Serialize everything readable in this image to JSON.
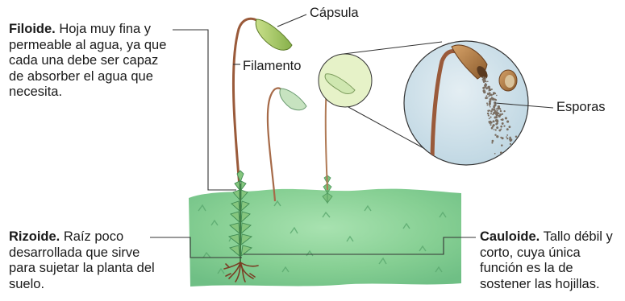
{
  "labels": {
    "filoide": {
      "term": "Filoide.",
      "text": "Hoja muy fina y permeable al agua, ya que cada una debe ser capaz de absorber el agua que necesita."
    },
    "rizoide": {
      "term": "Rizoide.",
      "text": "Raíz poco desarrollada que sirve para sujetar la planta del suelo."
    },
    "cauloide": {
      "term": "Cauloide.",
      "text": "Tallo débil y corto, cuya única función es la de sostener las hojillas."
    }
  },
  "tags": {
    "capsula": "Cápsula",
    "filamento": "Filamento",
    "esporas": "Esporas"
  },
  "colors": {
    "ground": "#8fd39a",
    "ground_dark": "#56a86a",
    "stalk": "#9a5a3a",
    "capsule": "#a8cc5a",
    "magnifier_bg": "#d4e6ef",
    "capsule_brown": "#b07a42",
    "spores": "#8a7a6a",
    "leader": "#333333"
  }
}
